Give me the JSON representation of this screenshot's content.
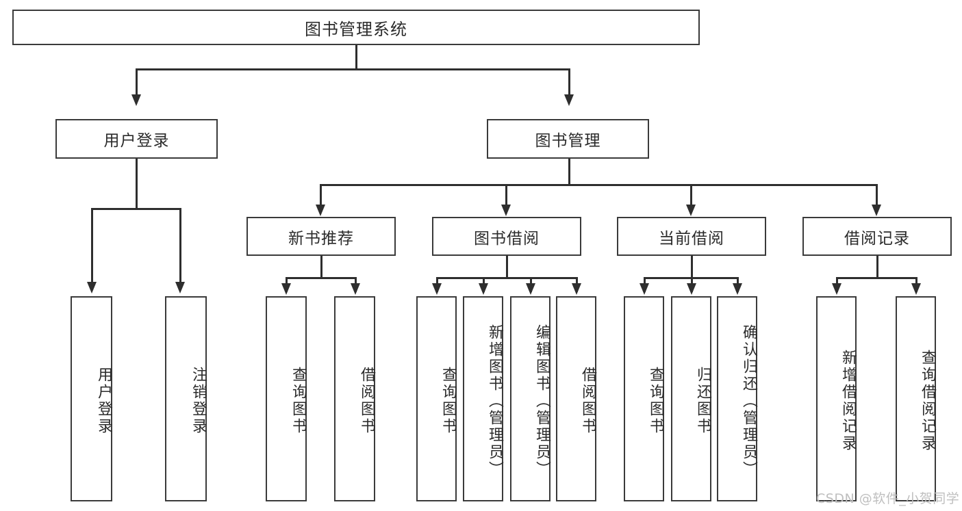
{
  "diagram": {
    "title": "图书管理系统",
    "type": "hierarchy-tree",
    "root": {
      "label": "图书管理系统"
    },
    "level2": [
      {
        "label": "用户登录"
      },
      {
        "label": "图书管理"
      }
    ],
    "level3": [
      {
        "label": "新书推荐"
      },
      {
        "label": "图书借阅"
      },
      {
        "label": "当前借阅"
      },
      {
        "label": "借阅记录"
      }
    ],
    "leaves": {
      "user_login": [
        {
          "label": "用户登录"
        },
        {
          "label": "注销登录"
        }
      ],
      "new_book_recommend": [
        {
          "label": "查询图书"
        },
        {
          "label": "借阅图书"
        }
      ],
      "book_borrow": [
        {
          "label": "查询图书"
        },
        {
          "label": "新增图书（管理员）"
        },
        {
          "label": "编辑图书（管理员）"
        },
        {
          "label": "借阅图书"
        }
      ],
      "current_borrow": [
        {
          "label": "查询图书"
        },
        {
          "label": "归还图书"
        },
        {
          "label": "确认归还（管理员）"
        }
      ],
      "borrow_record": [
        {
          "label": "新增借阅记录"
        },
        {
          "label": "查询借阅记录"
        }
      ]
    }
  },
  "watermark": {
    "text": "CSDN @软件_小贺同学"
  },
  "colors": {
    "stroke": "#3a3a3a",
    "text": "#2b2b2b",
    "background": "#ffffff",
    "watermark": "#bfbfbf"
  }
}
